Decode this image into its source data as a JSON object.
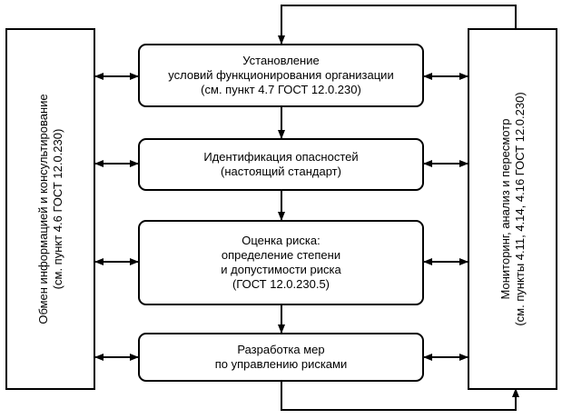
{
  "boxes": {
    "context": {
      "line1": "Установление",
      "line2": "условий функционирования организации",
      "line3": "(см. пункт 4.7 ГОСТ 12.0.230)"
    },
    "identification": {
      "line1": "Идентификация опасностей",
      "line2": "(настоящий стандарт)"
    },
    "assessment": {
      "line1": "Оценка риска:",
      "line2": "определение степени",
      "line3": "и допустимости риска",
      "line4": "(ГОСТ 12.0.230.5)"
    },
    "treatment": {
      "line1": "Разработка мер",
      "line2": "по управлению рисками"
    }
  },
  "left_panel": {
    "line1": "Обмен информацией и консультирование",
    "line2": "(см. пункт 4.6 ГОСТ 12.0.230)"
  },
  "right_panel": {
    "line1": "Мониторинг, анализ и пересмотр",
    "line2": "(см. пункты 4.11, 4.14, 4.16 ГОСТ 12.0.230)"
  }
}
